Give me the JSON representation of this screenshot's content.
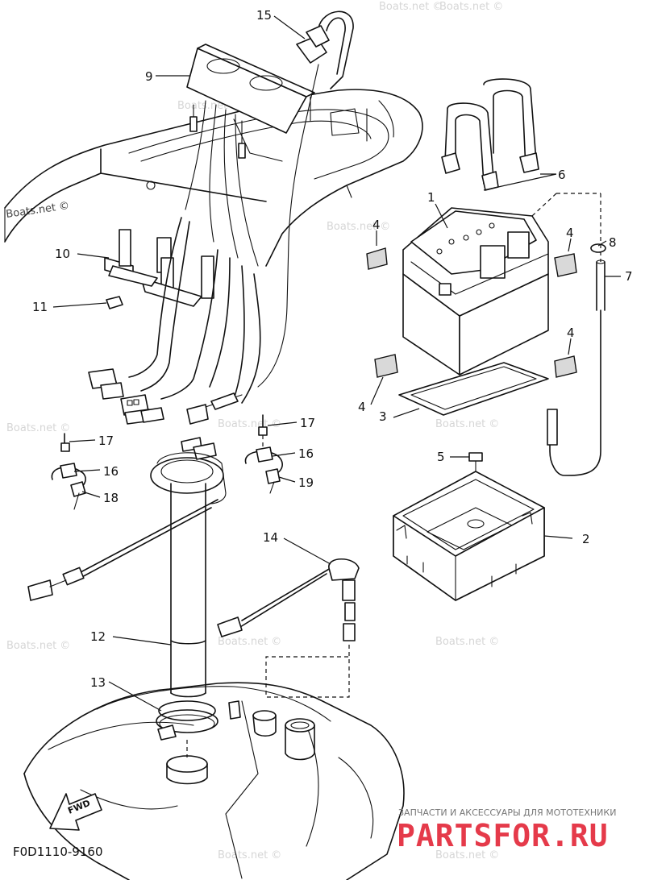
{
  "diagram": {
    "callouts": [
      "1",
      "2",
      "3",
      "4",
      "4",
      "4",
      "4",
      "5",
      "6",
      "7",
      "8",
      "9",
      "10",
      "11",
      "12",
      "13",
      "14",
      "15",
      "16",
      "16",
      "17",
      "17",
      "18",
      "19"
    ],
    "diagram_code": "F0D1110-9160",
    "fwd_label": "FWD",
    "watermark": "Boats.net ©",
    "brand_subtitle": "ЗАПЧАСТИ И АКСЕССУАРЫ ДЛЯ МОТОТЕХНИКИ",
    "brand_name": "PARTSFOR.RU"
  }
}
